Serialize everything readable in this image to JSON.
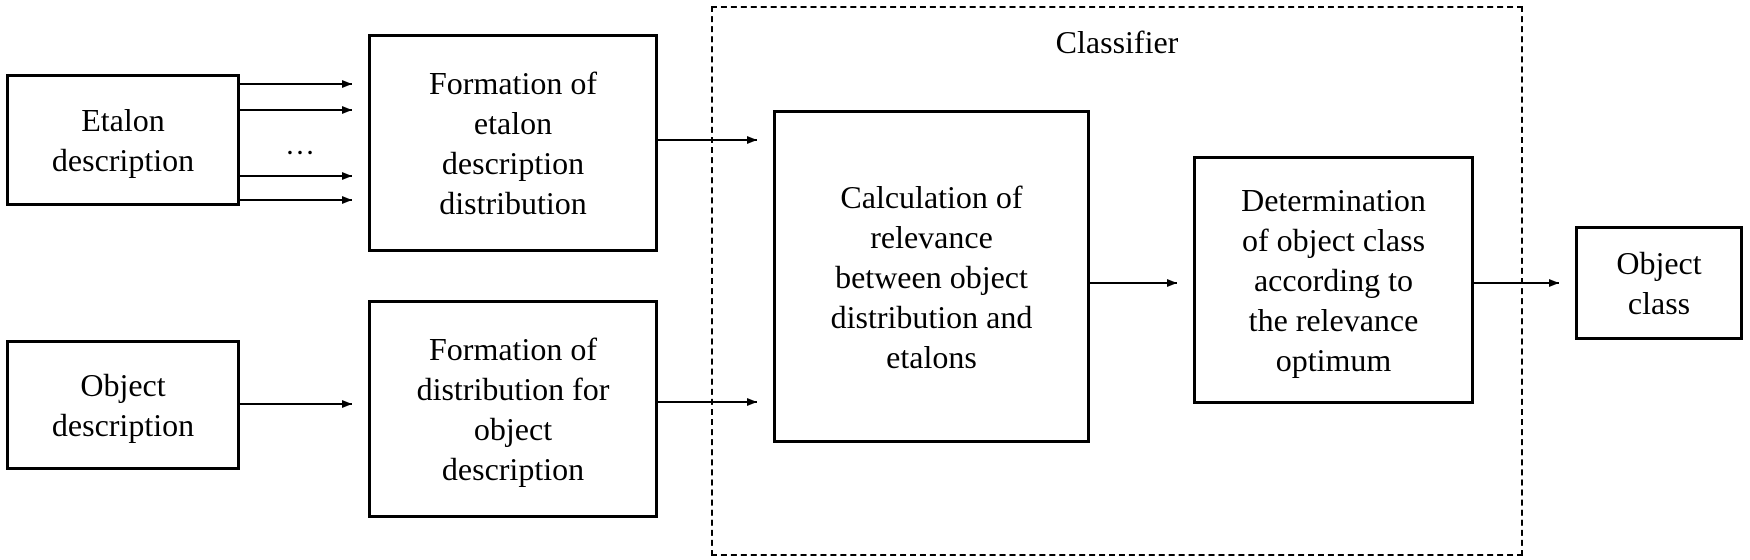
{
  "diagram": {
    "classifier_label": "Classifier",
    "ellipsis": "…",
    "boxes": {
      "etalon_description": {
        "lines": [
          "Etalon",
          "description"
        ]
      },
      "object_description": {
        "lines": [
          "Object",
          "description"
        ]
      },
      "formation_etalon": {
        "lines": [
          "Formation of",
          "etalon",
          "description",
          "distribution"
        ]
      },
      "formation_object": {
        "lines": [
          "Formation of",
          "distribution for",
          "object",
          "description"
        ]
      },
      "calculation": {
        "lines": [
          "Calculation of",
          "relevance",
          "between object",
          "distribution and",
          "etalons"
        ]
      },
      "determination": {
        "lines": [
          "Determination",
          "of object class",
          "according to",
          "the relevance",
          "optimum"
        ]
      },
      "object_class": {
        "lines": [
          "Object",
          "class"
        ]
      }
    }
  }
}
